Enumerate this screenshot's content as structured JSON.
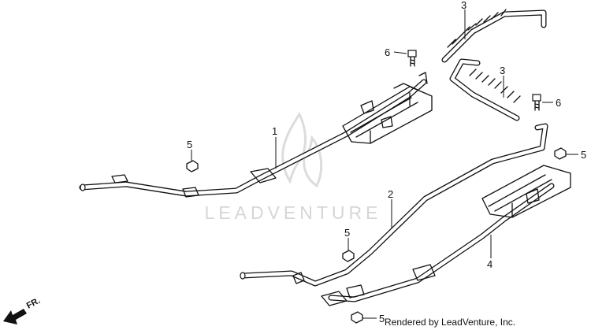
{
  "watermark": {
    "text": "LEADVENTURE"
  },
  "footer": {
    "credit": "Rendered by LeadVenture, Inc."
  },
  "direction_marker": {
    "label": "FR.",
    "icon": "front-direction-arrow-icon"
  },
  "callouts": [
    {
      "id": "c1",
      "label": "1",
      "part": "upper brake rod"
    },
    {
      "id": "c2",
      "label": "2",
      "part": "lower rod"
    },
    {
      "id": "c3a",
      "label": "3",
      "part": "hose (upper)"
    },
    {
      "id": "c3b",
      "label": "3",
      "part": "hose (lower)"
    },
    {
      "id": "c4",
      "label": "4",
      "part": "rod bracket"
    },
    {
      "id": "c5a",
      "label": "5",
      "part": "nut (left)"
    },
    {
      "id": "c5b",
      "label": "5",
      "part": "nut (center)"
    },
    {
      "id": "c5c",
      "label": "5",
      "part": "nut (right)"
    },
    {
      "id": "c5d",
      "label": "5",
      "part": "nut (bottom)"
    },
    {
      "id": "c6a",
      "label": "6",
      "part": "bolt (upper)"
    },
    {
      "id": "c6b",
      "label": "6",
      "part": "bolt (right)"
    }
  ]
}
